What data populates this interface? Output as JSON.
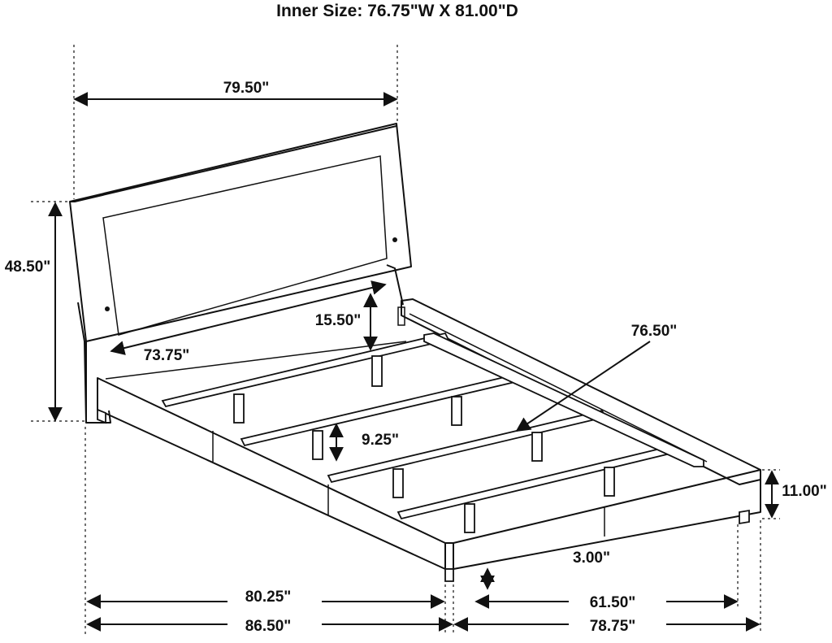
{
  "title": "Inner Size: 76.75\"W X 81.00\"D",
  "dimensions": {
    "headboard_width": "79.50\"",
    "overall_height": "48.50\"",
    "headboard_panel_height": "15.50\"",
    "inner_width_diag": "73.75\"",
    "side_rail_length": "76.50\"",
    "slat_clearance": "9.25\"",
    "platform_height": "11.00\"",
    "leg_height": "3.00\"",
    "base_length": "80.25\"",
    "overall_length": "86.50\"",
    "base_width": "61.50\"",
    "overall_width": "78.75\""
  }
}
